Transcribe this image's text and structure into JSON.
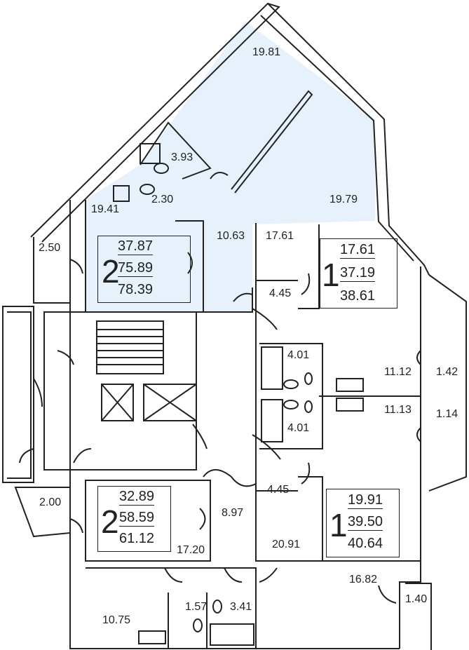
{
  "colors": {
    "highlight_fill": "#e6f1fb",
    "wall": "#222222",
    "background": "#ffffff"
  },
  "room_areas": {
    "r_19_81": "19.81",
    "r_3_93": "3.93",
    "r_2_30": "2.30",
    "r_19_41": "19.41",
    "r_19_79": "19.79",
    "r_10_63": "10.63",
    "r_17_61": "17.61",
    "r_2_50": "2.50",
    "r_4_45_top": "4.45",
    "r_4_01_top": "4.01",
    "r_11_12": "11.12",
    "r_1_42": "1.42",
    "r_11_13": "11.13",
    "r_1_14": "1.14",
    "r_4_01_bottom": "4.01",
    "r_4_45_bottom": "4.45",
    "r_2_00": "2.00",
    "r_8_97": "8.97",
    "r_17_20": "17.20",
    "r_20_91": "20.91",
    "r_16_82": "16.82",
    "r_1_40": "1.40",
    "r_1_57": "1.57",
    "r_3_41": "3.41",
    "r_10_75": "10.75"
  },
  "apartments": [
    {
      "rooms": "2",
      "living_area": "37.87",
      "total_area": "75.89",
      "total_with_balcony": "78.39",
      "highlighted": true
    },
    {
      "rooms": "1",
      "living_area": "17.61",
      "total_area": "37.19",
      "total_with_balcony": "38.61",
      "highlighted": false
    },
    {
      "rooms": "2",
      "living_area": "32.89",
      "total_area": "58.59",
      "total_with_balcony": "61.12",
      "highlighted": false
    },
    {
      "rooms": "1",
      "living_area": "19.91",
      "total_area": "39.50",
      "total_with_balcony": "40.64",
      "highlighted": false
    }
  ]
}
